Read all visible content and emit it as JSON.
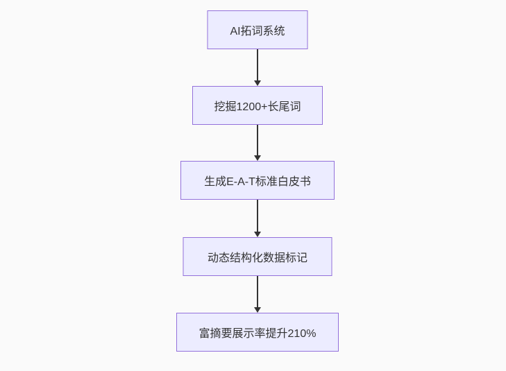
{
  "diagram": {
    "type": "flowchart",
    "direction": "top-down",
    "nodes": [
      {
        "id": "node-1",
        "label": "AI拓词系统"
      },
      {
        "id": "node-2",
        "label": "挖掘1200+长尾词"
      },
      {
        "id": "node-3",
        "label": "生成E-A-T标准白皮书"
      },
      {
        "id": "node-4",
        "label": "动态结构化数据标记"
      },
      {
        "id": "node-5",
        "label": "富摘要展示率提升210%"
      }
    ],
    "edges": [
      {
        "from": "node-1",
        "to": "node-2"
      },
      {
        "from": "node-2",
        "to": "node-3"
      },
      {
        "from": "node-3",
        "to": "node-4"
      },
      {
        "from": "node-4",
        "to": "node-5"
      }
    ],
    "colors": {
      "node_fill": "#ececff",
      "node_border": "#9370db",
      "node_text": "#333333",
      "arrow": "#333333",
      "background": "#fafafa"
    }
  }
}
